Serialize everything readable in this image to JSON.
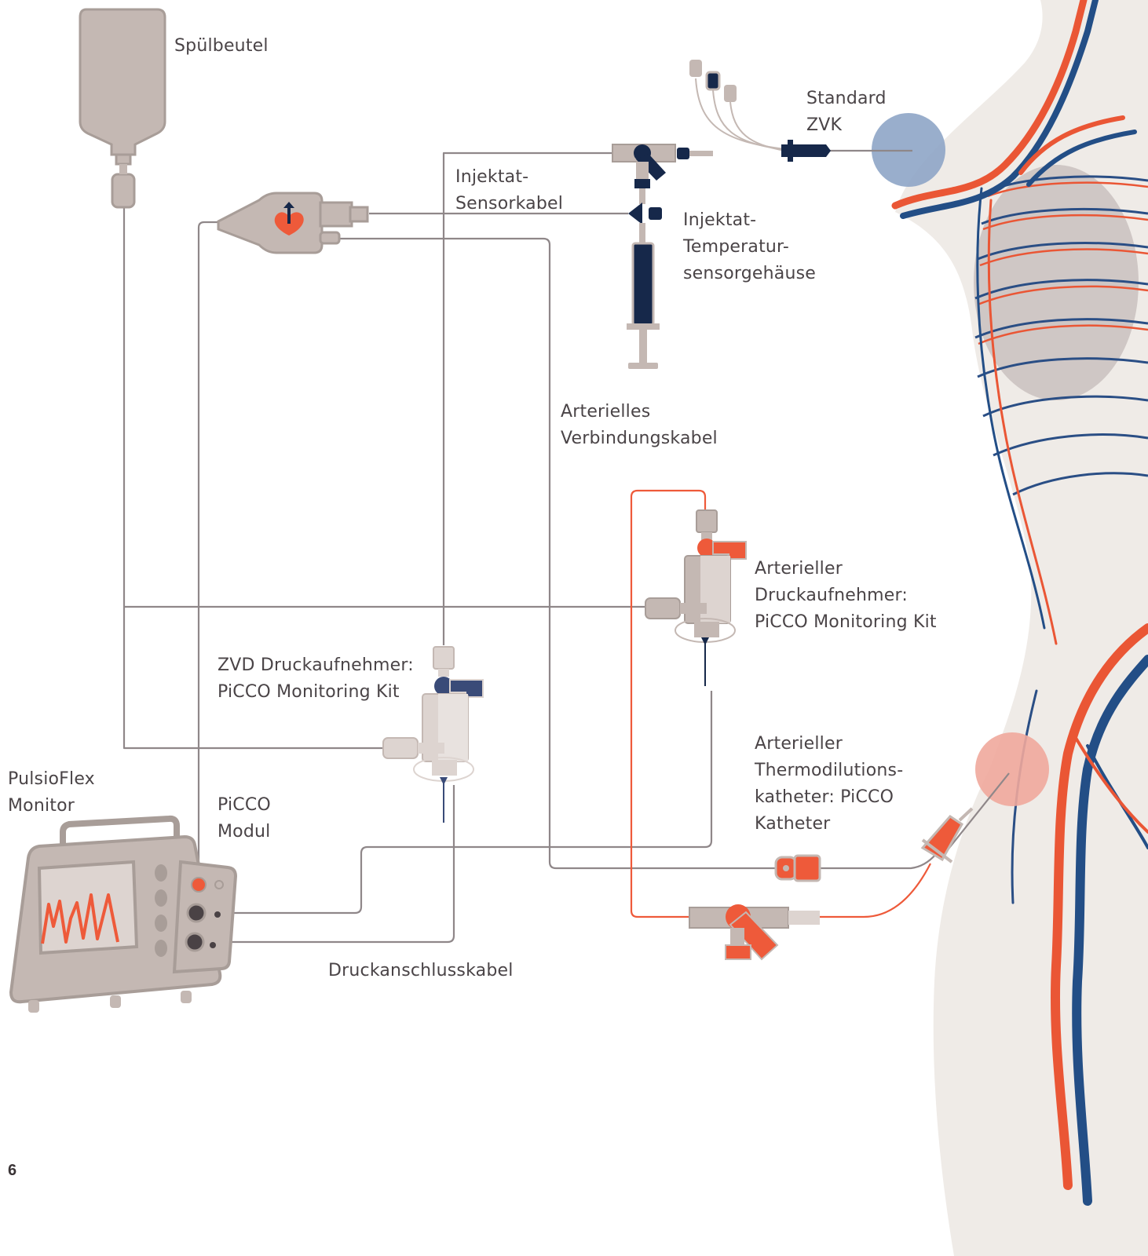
{
  "page_number": "6",
  "labels": {
    "spuelbeutel": "Spülbeutel",
    "standard_zvk": [
      "Standard",
      "ZVK"
    ],
    "injektat_sensorkabel": [
      "Injektat-",
      "Sensorkabel"
    ],
    "injektat_temperatursensor": [
      "Injektat-",
      "Temperatur-",
      "sensorgehäuse"
    ],
    "arterielles_verbindungskabel": [
      "Arterielles",
      "Verbindungskabel"
    ],
    "arterieller_druckaufnehmer": [
      "Arterieller",
      "Druckaufnehmer:",
      "PiCCO Monitoring Kit"
    ],
    "zvd_druckaufnehmer": [
      "ZVD Druckaufnehmer:",
      "PiCCO Monitoring Kit"
    ],
    "pulsioflex_monitor": [
      "PulsioFlex",
      "Monitor"
    ],
    "picco_modul": [
      "PiCCO",
      "Modul"
    ],
    "arterieller_katheter": [
      "Arterieller",
      "Thermodilutions-",
      "katheter: PiCCO",
      "Katheter"
    ],
    "druckanschlusskabel": "Druckanschlusskabel"
  },
  "colors": {
    "device_gray": "#c4b8b3",
    "device_light": "#ddd4d0",
    "device_outline": "#a89d98",
    "navy": "#16284a",
    "orange": "#ee5a3a",
    "cable": "#8f8789",
    "body": "#efebe7",
    "artery": "#ea5635",
    "vein": "#234e86"
  }
}
